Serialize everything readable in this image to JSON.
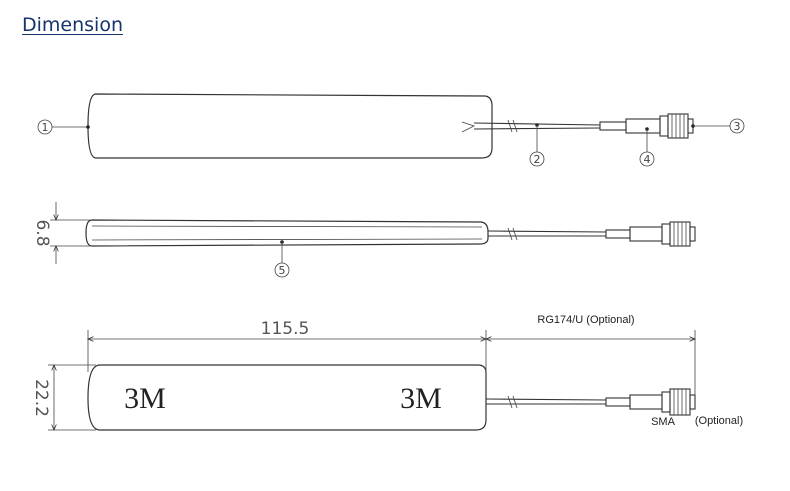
{
  "header": {
    "title": "Dimension"
  },
  "diagram": {
    "callouts": [
      "1",
      "2",
      "3",
      "4",
      "5"
    ],
    "dimensions": {
      "height": "6.8",
      "length": "115.5",
      "width": "22.2"
    },
    "labels": {
      "cable": "RG174/U (Optional)",
      "connector": "SMA",
      "connector_note": "(Optional)",
      "marking_left": "3M",
      "marking_right": "3M"
    }
  }
}
